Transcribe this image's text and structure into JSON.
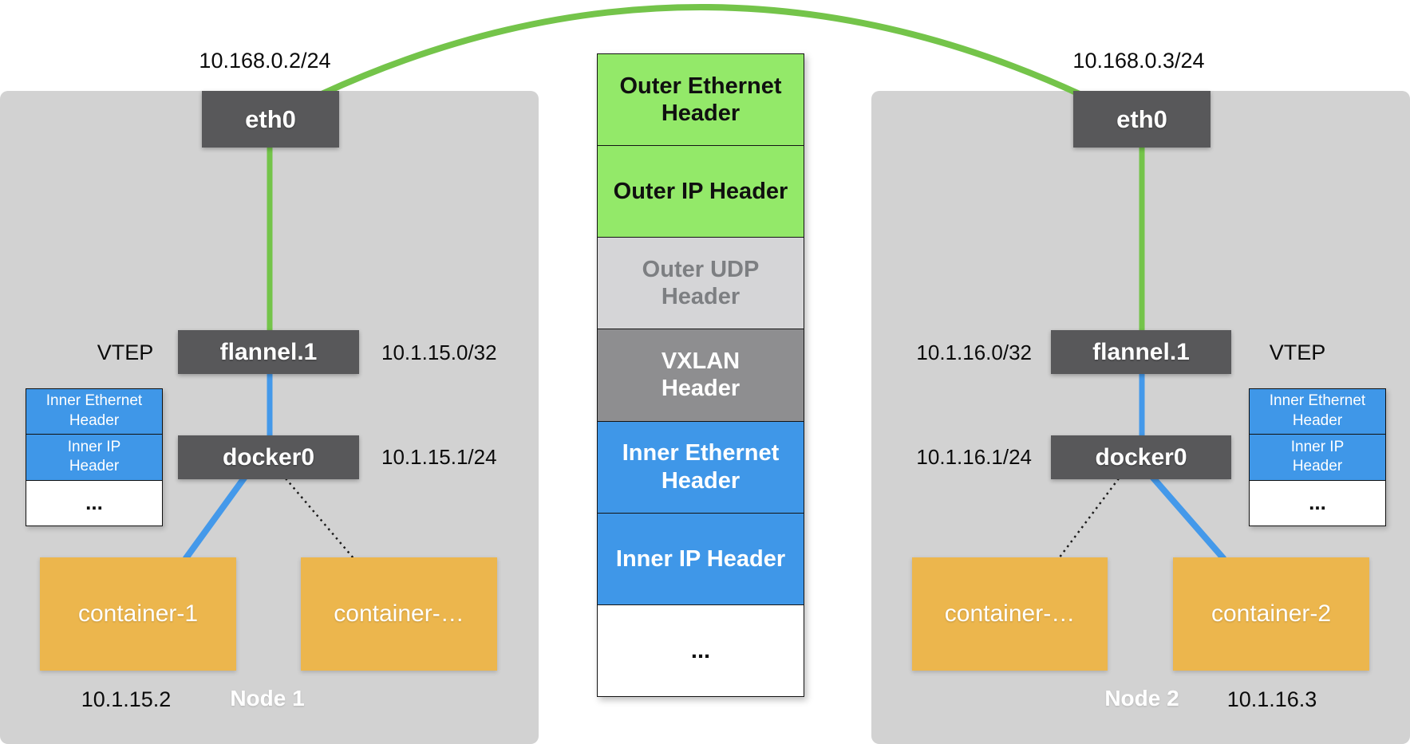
{
  "colors": {
    "node_bg": "#d2d2d2",
    "iface_box": "#58585a",
    "container_orange": "#ecb64d",
    "line_green": "#74c44a",
    "line_blue": "#4499ea",
    "stack_green": "#93e969",
    "stack_blue": "#3f97e8",
    "stack_gray": "#8e8e90",
    "stack_lightgray": "#d5d5d7"
  },
  "node1": {
    "name": "Node 1",
    "eth0_label": "eth0",
    "eth0_ip": "10.168.0.2/24",
    "vtep_label": "VTEP",
    "flannel_label": "flannel.1",
    "flannel_ip": "10.1.15.0/32",
    "docker_label": "docker0",
    "docker_ip": "10.1.15.1/24",
    "container_a": "container-1",
    "container_b": "container-…",
    "container_ip": "10.1.15.2"
  },
  "node2": {
    "name": "Node 2",
    "eth0_label": "eth0",
    "eth0_ip": "10.168.0.3/24",
    "vtep_label": "VTEP",
    "flannel_label": "flannel.1",
    "flannel_ip": "10.1.16.0/32",
    "docker_label": "docker0",
    "docker_ip": "10.1.16.1/24",
    "container_a": "container-…",
    "container_b": "container-2",
    "container_ip": "10.1.16.3"
  },
  "packet_stack": {
    "rows": [
      {
        "label": "Outer Ethernet\nHeader"
      },
      {
        "label": "Outer IP Header"
      },
      {
        "label": "Outer UDP\nHeader"
      },
      {
        "label": "VXLAN\nHeader"
      },
      {
        "label": "Inner Ethernet\nHeader"
      },
      {
        "label": "Inner IP Header"
      },
      {
        "label": "..."
      }
    ]
  },
  "inner_packet": {
    "rows": [
      "Inner Ethernet\nHeader",
      "Inner IP\nHeader",
      "..."
    ]
  }
}
